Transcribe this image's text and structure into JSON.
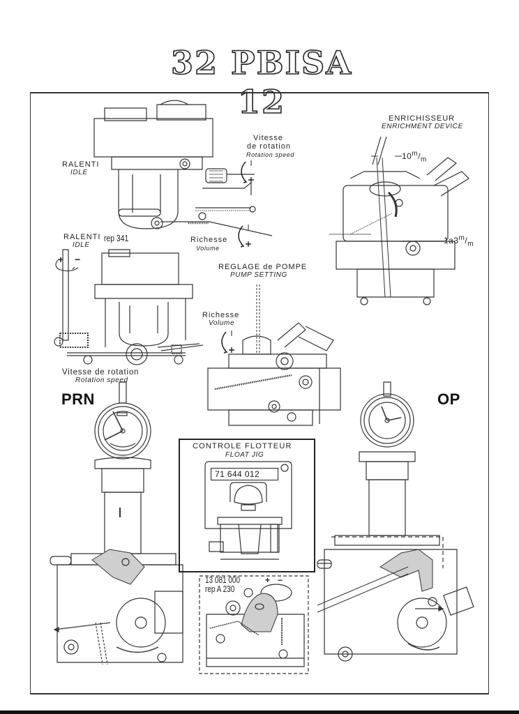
{
  "page": {
    "title": "32 PBISA 12"
  },
  "labels": {
    "top_left": {
      "idle_fr": "RALENTI",
      "idle_en": "IDLE",
      "speed_fr_1": "Vitesse",
      "speed_fr_2": "de rotation",
      "speed_en": "Rotation speed",
      "volume_fr": "Richesse",
      "volume_en": "Volume"
    },
    "middle_left": {
      "idle_fr": "RALENTI",
      "idle_en": "IDLE",
      "ref": "rep 341",
      "speed_fr": "Vitesse de rotation",
      "speed_en": "Rotation speed"
    },
    "enrichment": {
      "title_fr": "ENRICHISSEUR",
      "title_en": "ENRICHMENT DEVICE",
      "gap_1": "10",
      "gap_2": "1a3",
      "unit_num": "m",
      "unit_den": "m"
    },
    "pump": {
      "title_fr": "REGLAGE de POMPE",
      "title_en": "PUMP SETTING",
      "volume_fr": "Richesse",
      "volume_en": "Volume"
    },
    "variant_left": "PRN",
    "variant_right": "OP",
    "float_jig": {
      "title_fr": "CONTROLE FLOTTEUR",
      "title_en": "FLOAT JIG",
      "part_number": "71 644 012"
    },
    "detail": {
      "part_number": "13 081 000",
      "ref": "rep A 230",
      "plus": "+",
      "minus": "−"
    },
    "adjust_signs": {
      "plus": "+",
      "minus": "−"
    }
  }
}
